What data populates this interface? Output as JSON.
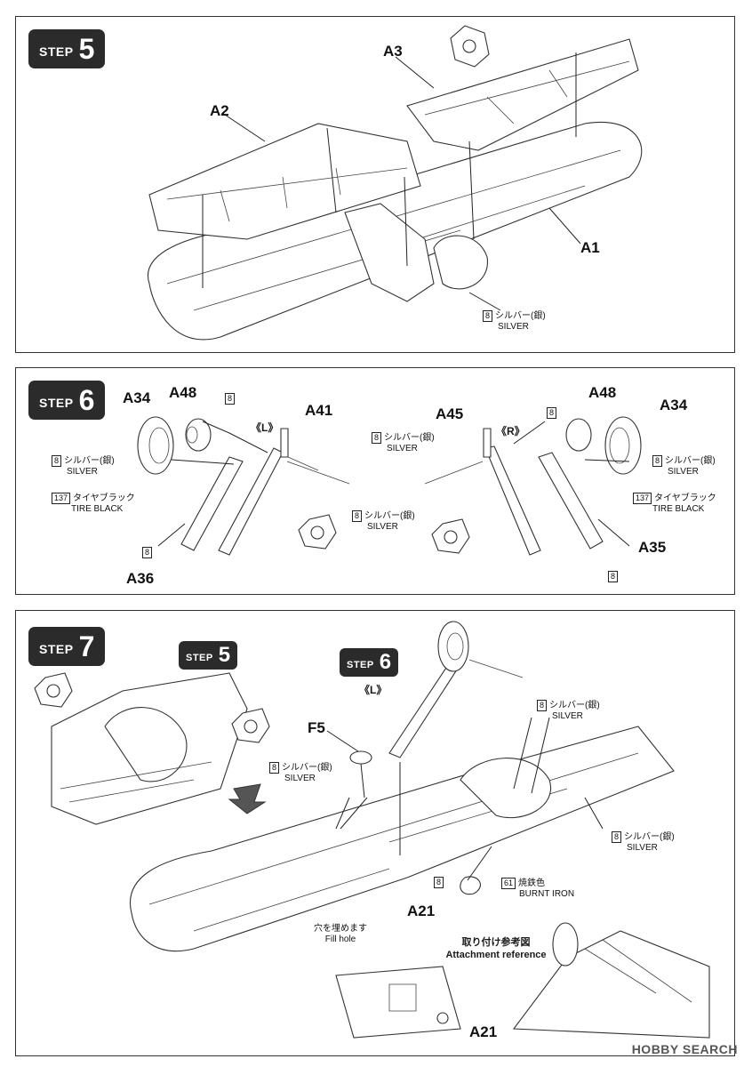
{
  "step5": {
    "badge": {
      "word": "STEP",
      "num": "5"
    },
    "parts": {
      "a1": "A1",
      "a2": "A2",
      "a3": "A3"
    },
    "paint": {
      "code": "8",
      "jp": "シルバー(銀)",
      "en": "SILVER"
    }
  },
  "step6": {
    "badge": {
      "word": "STEP",
      "num": "6"
    },
    "left": {
      "side": "《L》",
      "parts": {
        "a34": "A34",
        "a48": "A48",
        "a41": "A41",
        "a36": "A36"
      },
      "wheel_paint": {
        "code": "8",
        "jp": "シルバー(銀)",
        "en": "SILVER"
      },
      "tire_paint": {
        "code": "137",
        "jp": "タイヤブラック",
        "en": "TIRE BLACK"
      },
      "strut_paint": {
        "code": "8",
        "jp": "シルバー(銀)",
        "en": "SILVER"
      },
      "a48_code": "8",
      "a36_code": "8"
    },
    "right": {
      "side": "《R》",
      "parts": {
        "a45": "A45",
        "a48": "A48",
        "a34": "A34",
        "a35": "A35"
      },
      "strut_paint": {
        "code": "8",
        "jp": "シルバー(銀)",
        "en": "SILVER"
      },
      "wheel_paint": {
        "code": "8",
        "jp": "シルバー(銀)",
        "en": "SILVER"
      },
      "tire_paint": {
        "code": "137",
        "jp": "タイヤブラック",
        "en": "TIRE BLACK"
      },
      "a48_code": "8",
      "a35_code": "8"
    }
  },
  "step7": {
    "badge": {
      "word": "STEP",
      "num": "7"
    },
    "sub_step5": {
      "word": "STEP",
      "num": "5"
    },
    "sub_step6": {
      "word": "STEP",
      "num": "6"
    },
    "sub_step6_side": "《L》",
    "parts": {
      "f5": "F5",
      "a21": "A21",
      "a21_ref": "A21"
    },
    "f5_paint": {
      "code": "8",
      "jp": "シルバー(銀)",
      "en": "SILVER"
    },
    "upper_paint": {
      "code": "8",
      "jp": "シルバー(銀)",
      "en": "SILVER"
    },
    "bay_paint": {
      "code": "8",
      "jp": "シルバー(銀)",
      "en": "SILVER"
    },
    "a21_code": "8",
    "burnt": {
      "code": "61",
      "jp": "焼鉄色",
      "en": "BURNT IRON"
    },
    "fill_hole": {
      "jp": "穴を埋めます",
      "en": "Fill hole"
    },
    "reference": {
      "jp": "取り付け参考図",
      "en": "Attachment reference"
    }
  },
  "watermark": "HOBBY SEARCH"
}
